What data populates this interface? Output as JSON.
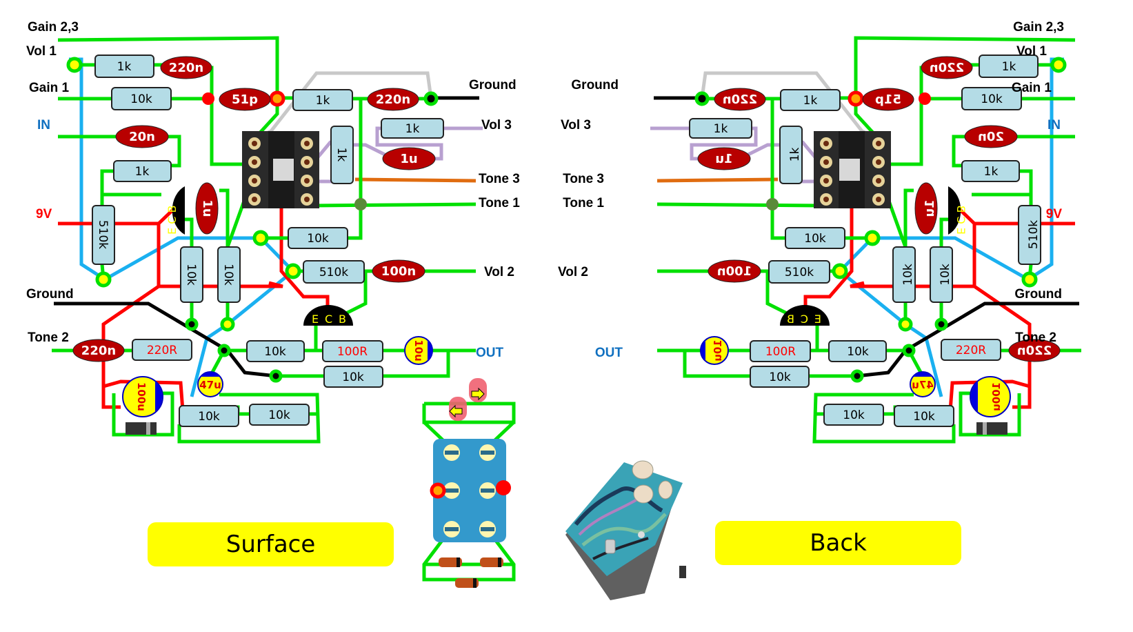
{
  "colors": {
    "wire_signal": "#00e000",
    "wire_power": "#ff0000",
    "wire_input": "#1ab0f0",
    "wire_ground": "#000000",
    "wire_bypass": "#c8c8c8",
    "wire_lilac": "#b8a0d0",
    "wire_orange": "#e06c10",
    "resistor_fill": "#b4dce6",
    "cap_fill": "#b80000",
    "elec_cap_fill": "#ffff00",
    "banner": "#ffff00",
    "label_in_out": "#1070c0",
    "label_power": "#ff0000"
  },
  "views": {
    "surface": {
      "title": "Surface",
      "labels": {
        "gain23": "Gain 2,3",
        "vol1": "Vol 1",
        "gain1": "Gain 1",
        "in": "IN",
        "ninev": "9V",
        "ground_left": "Ground",
        "tone2": "Tone 2",
        "ground_right": "Ground",
        "vol3": "Vol 3",
        "tone3": "Tone 3",
        "tone1": "Tone 1",
        "vol2": "Vol 2",
        "out": "OUT"
      },
      "resistors": {
        "r1k_vol1": "1k",
        "r10k_gain1": "10k",
        "r1k_mid": "1k",
        "r1k_in": "1k",
        "r510k_left": "510k",
        "r10k_v1": "10k",
        "r10k_v2": "10k",
        "r1k_vol3": "1k",
        "r1k_vert": "1k",
        "r10k_tone": "10k",
        "r510k_vol2": "510k",
        "r220r": "220R",
        "r10k_out": "10k",
        "r100r": "100R",
        "r10k_out2": "10k",
        "r10k_bot1": "10k",
        "r10k_bot2": "10k"
      },
      "caps": {
        "c220n_vol1": "220n",
        "c51p": "51p",
        "c220n_gnd": "220n",
        "c20n": "20n",
        "c1u_vol3": "1u",
        "c1u_vert": "1u",
        "c100n": "100n",
        "c220n_tone2": "220n"
      },
      "elec_caps": {
        "c100u": "100u",
        "c47u": "47u",
        "c10u": "10u"
      },
      "transistors": {
        "q1_pins": "E C B",
        "q2_pins": "E C B"
      }
    },
    "back": {
      "title": "Back",
      "labels": {
        "gain23": "Gain 2,3",
        "vol1": "Vol 1",
        "gain1": "Gain 1",
        "in": "IN",
        "ninev": "9V",
        "ground_right": "Ground",
        "tone2": "Tone 2",
        "ground_left": "Ground",
        "vol3": "Vol 3",
        "tone3": "Tone 3",
        "tone1": "Tone 1",
        "vol2": "Vol 2",
        "out": "OUT"
      },
      "resistors": {
        "r1k_vol1": "1k",
        "r10k_gain1": "10k",
        "r1k_mid": "1k",
        "r1k_in": "1k",
        "r510k_right": "510k",
        "r10k_v1": "10k",
        "r10k_v2": "10k",
        "r1k_vol3": "1k",
        "r1k_vert": "1k",
        "r10k_tone": "10k",
        "r510k_vol2": "510k",
        "r220r": "220R",
        "r10k_out": "10k",
        "r100r": "100R",
        "r10k_out2": "10k",
        "r10k_bot1": "10k",
        "r10k_bot2": "10k"
      },
      "caps": {
        "c220n_vol1": "220n",
        "c51p": "51p",
        "c220n_gnd": "220n",
        "c20n": "20n",
        "c1u_vol3": "1u",
        "c1u_vert": "1u",
        "c100n": "100n",
        "c220n_tone2": "220n"
      },
      "elec_caps": {
        "c100u": "100u",
        "c47u": "47u",
        "c10u": "10u"
      },
      "transistors": {
        "q1_pins": "E C B",
        "q2_pins": "E C B"
      }
    }
  },
  "footswitch": {
    "type": "3PDT",
    "leds": 2,
    "diodes": 3
  },
  "pedal_photo": {
    "description": "swirl-finish pedal with three cream knobs"
  }
}
